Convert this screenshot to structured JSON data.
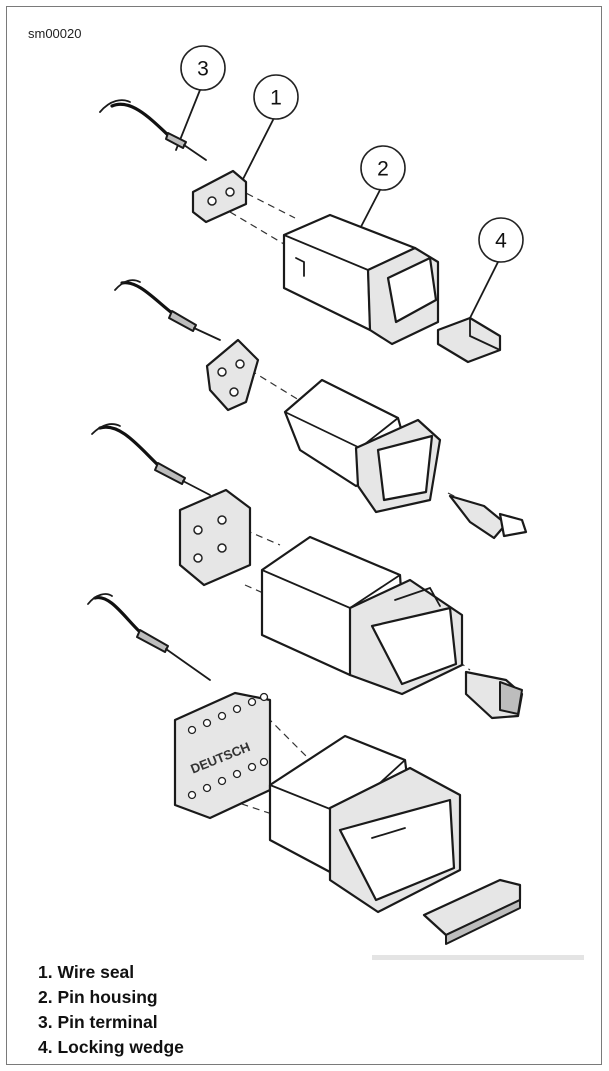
{
  "figure": {
    "id": "sm00020",
    "brand_mark": "DEUTSCH"
  },
  "callouts": [
    {
      "label": "3"
    },
    {
      "label": "1"
    },
    {
      "label": "2"
    },
    {
      "label": "4"
    }
  ],
  "legend": [
    "1. Wire seal",
    "2. Pin housing",
    "3. Pin terminal",
    "4. Locking wedge"
  ]
}
